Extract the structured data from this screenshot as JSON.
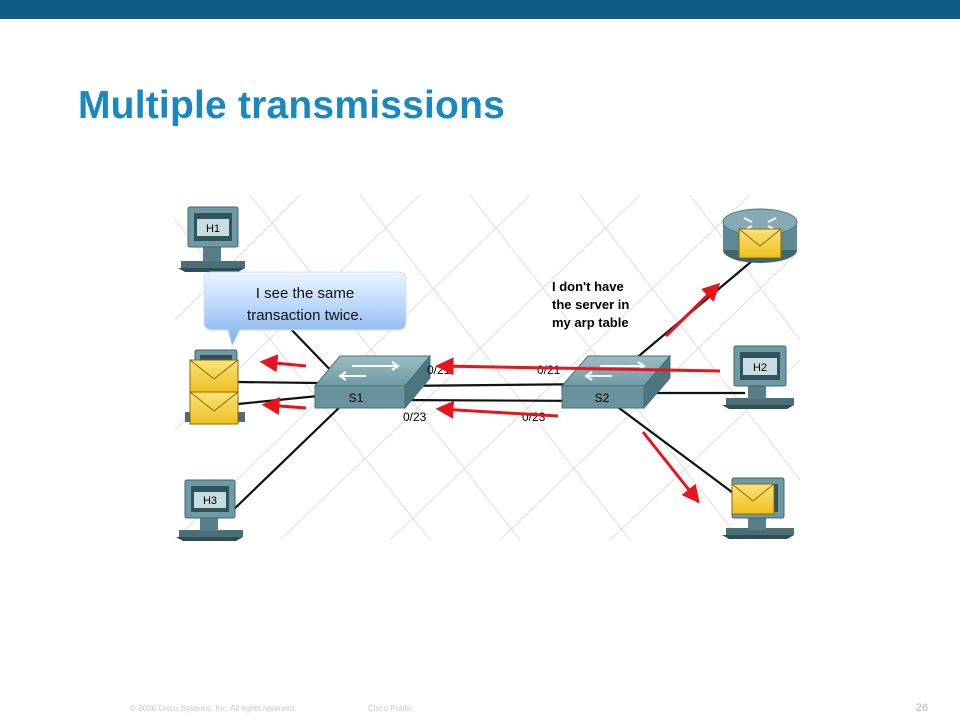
{
  "slide": {
    "title": "Multiple transmissions",
    "page_number": "26",
    "copyright": "© 2006 Cisco Systems, Inc. All rights reserved.",
    "classification": "Cisco Public"
  },
  "diagram": {
    "hosts": {
      "h1": "H1",
      "h2": "H2",
      "h3": "H3"
    },
    "switches": {
      "s1": "S1",
      "s2": "S2"
    },
    "ports": {
      "s1_top": "0/21",
      "s1_bottom": "0/23",
      "s2_top": "0/21",
      "s2_bottom": "0/23"
    },
    "callout": {
      "line1": "I see the same",
      "line2": "transaction twice."
    },
    "note": {
      "line1": "I don't have",
      "line2": "the server in",
      "line3": "my arp table"
    },
    "colors": {
      "accent": "#1a87bf",
      "header_bar": "#0d5d86",
      "arrow": "#e8131b",
      "envelope": "#f7d23a",
      "callout": "#8fbcf0"
    }
  }
}
